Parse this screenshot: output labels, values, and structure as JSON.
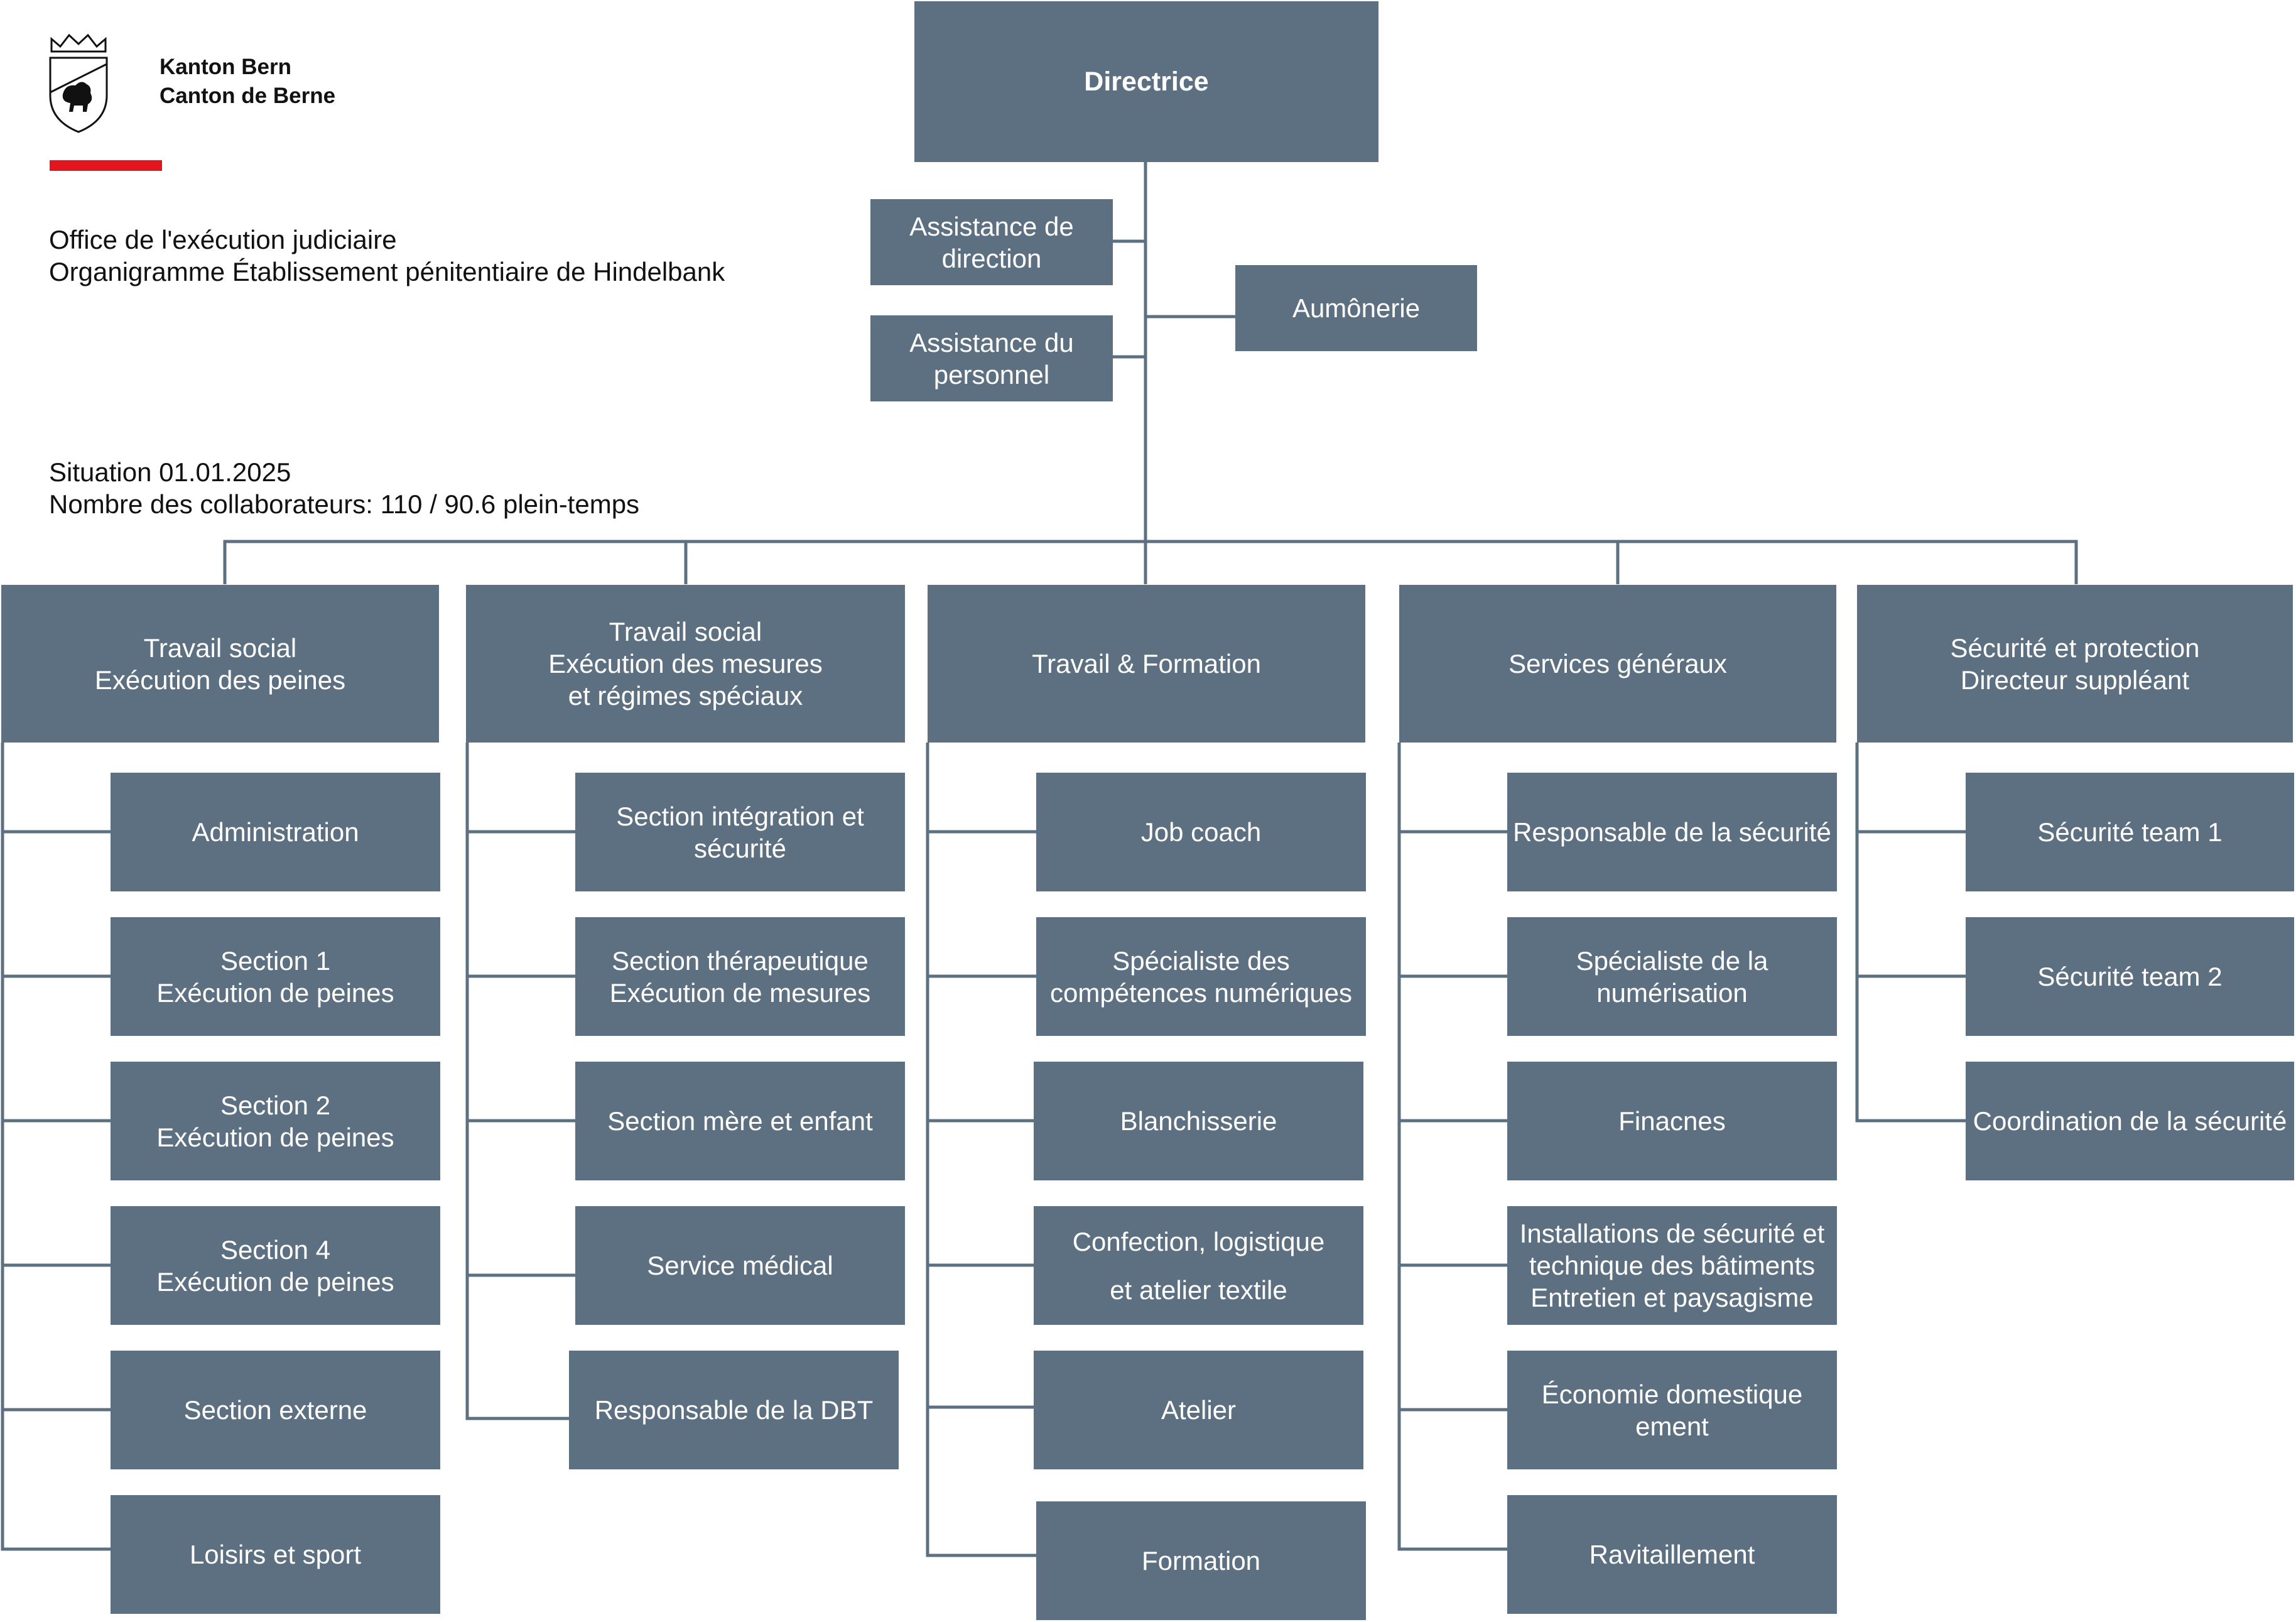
{
  "header": {
    "brand": "Kanton Bern\nCanton de Berne",
    "subtitle": "Office de l'exécution judiciaire\nOrganigramme Établissement pénitentiaire de Hindelbank",
    "situation": "Situation 01.01.2025\nNombre des collaborateurs: 110 / 90.6 plein-temps",
    "accent_color": "#e3161f",
    "logo_icon": "bern-coat-of-arms-icon"
  },
  "colors": {
    "box": "#5c7081",
    "line": "#5c7081",
    "text_on_box": "#ffffff"
  },
  "top": {
    "director": "Directrice",
    "staff": [
      "Assistance de\ndirection",
      "Assistance du\npersonnel",
      "Aumônerie"
    ]
  },
  "divisions": [
    {
      "title": "Travail social\nExécution des peines",
      "units": [
        "Administration",
        "Section 1\nExécution de peines",
        "Section 2\nExécution de peines",
        "Section 4\nExécution de peines",
        "Section externe",
        "Loisirs et sport"
      ]
    },
    {
      "title": "Travail social\nExécution des mesures\net régimes spéciaux",
      "units": [
        "Section intégration et\nsécurité",
        "Section thérapeutique\nExécution de mesures",
        "Section mère et enfant",
        "Service médical",
        "Responsable de la DBT"
      ]
    },
    {
      "title": "Travail & Formation",
      "units": [
        "Job coach",
        "Spécialiste des\ncompétences numériques",
        "Blanchisserie",
        "Confection, logistique\net atelier textile",
        "Atelier",
        "Formation"
      ]
    },
    {
      "title": "Services généraux",
      "units": [
        "Responsable de la sécurité",
        "Spécialiste de la\nnumérisation",
        "Finacnes",
        "Installations de sécurité et\ntechnique des bâtiments\nEntretien et paysagisme",
        "Économie domestique\nement",
        "Ravitaillement"
      ]
    },
    {
      "title": "Sécurité et protection\nDirecteur suppléant",
      "units": [
        "Sécurité team 1",
        "Sécurité team 2",
        "Coordination de la sécurité"
      ]
    }
  ]
}
